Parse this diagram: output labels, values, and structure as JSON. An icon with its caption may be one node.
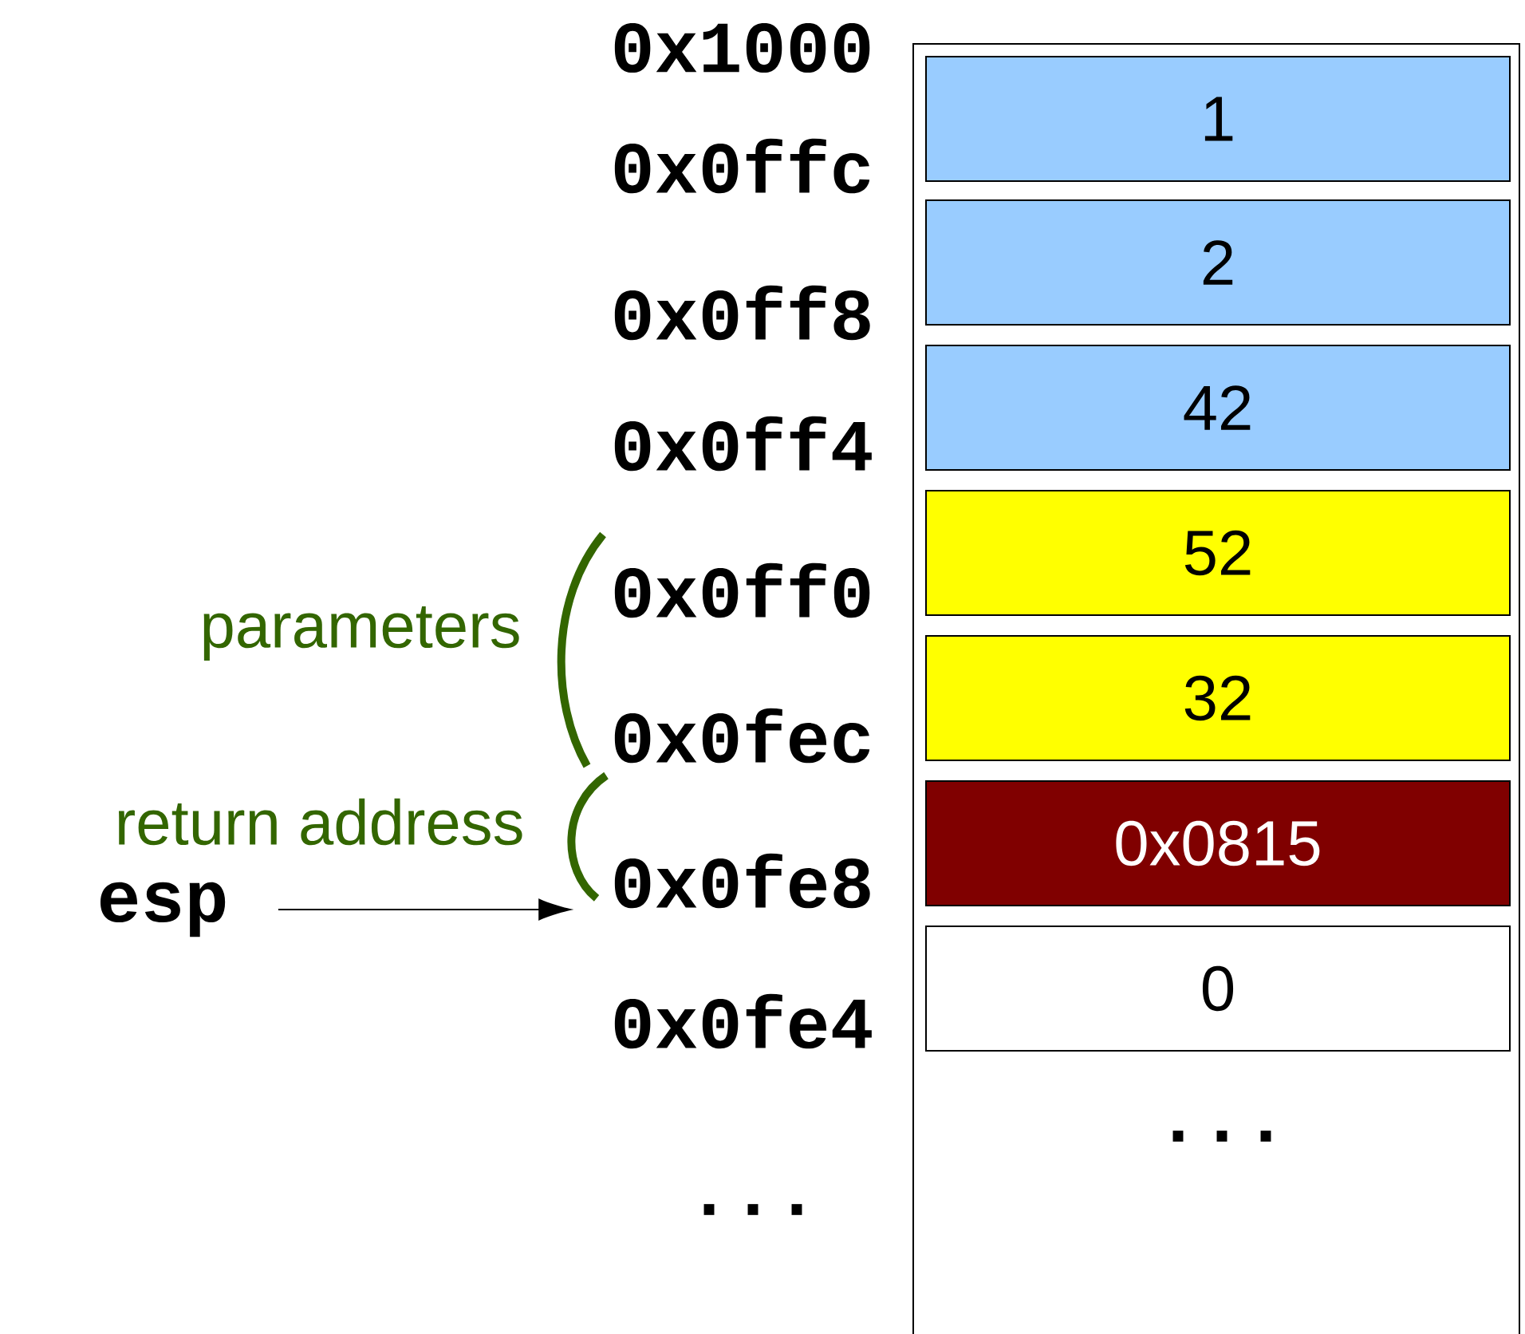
{
  "diagram": {
    "nodes": [
      {
        "text": [
          "..."
        ]
      },
      {
        "text": [
          "1"
        ],
        "in": 0
      },
      {
        "text": [
          "2"
        ],
        "in": 0
      },
      {
        "text": [
          "42"
        ],
        "in": 0
      },
      {
        "text": [
          "52"
        ],
        "in": 0
      },
      {
        "text": [
          "32"
        ],
        "in": 0
      },
      {
        "text": [
          "0x0815"
        ],
        "in": 0
      },
      {
        "text": [
          "0"
        ],
        "in": 0
      },
      {
        "text": [
          "0x0fe8"
        ]
      },
      {
        "text": [
          "esp"
        ]
      }
    ],
    "edges": [
      {
        "from": 9,
        "to": 8,
        "arrow": "to"
      }
    ],
    "labels": [
      "0x1000",
      "0x0ffc",
      "0x0ff8",
      "0x0ff4",
      "0x0ff0",
      "parameters",
      "0x0fec",
      "return address",
      "0x0fe4",
      "..."
    ]
  }
}
